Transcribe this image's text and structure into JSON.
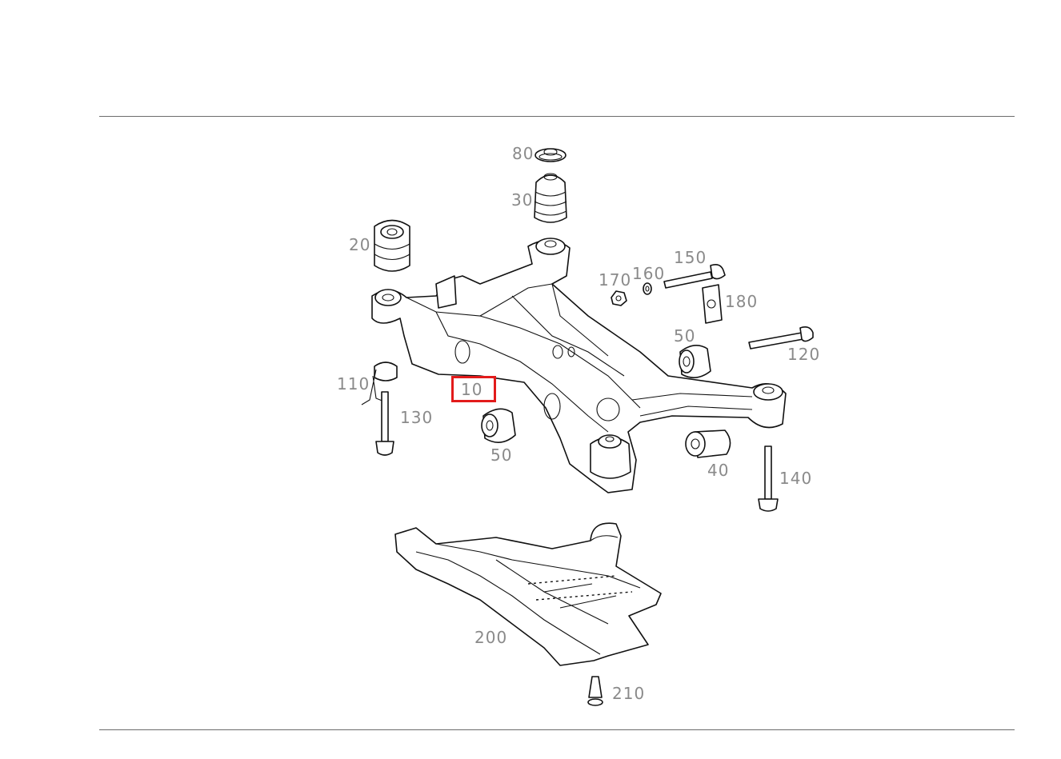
{
  "callouts": [
    {
      "id": "80",
      "label": "80"
    },
    {
      "id": "30",
      "label": "30"
    },
    {
      "id": "20",
      "label": "20"
    },
    {
      "id": "170",
      "label": "170"
    },
    {
      "id": "160",
      "label": "160"
    },
    {
      "id": "150",
      "label": "150"
    },
    {
      "id": "180",
      "label": "180"
    },
    {
      "id": "50a",
      "label": "50"
    },
    {
      "id": "120",
      "label": "120"
    },
    {
      "id": "110",
      "label": "110"
    },
    {
      "id": "10",
      "label": "10"
    },
    {
      "id": "130",
      "label": "130"
    },
    {
      "id": "50b",
      "label": "50"
    },
    {
      "id": "40",
      "label": "40"
    },
    {
      "id": "140",
      "label": "140"
    },
    {
      "id": "200",
      "label": "200"
    },
    {
      "id": "210",
      "label": "210"
    }
  ],
  "highlighted_callout": "10",
  "colors": {
    "highlight": "#e21b1b",
    "callout_text": "#8a8a8a",
    "line_art": "#111111",
    "rule": "#6b6b6b"
  }
}
